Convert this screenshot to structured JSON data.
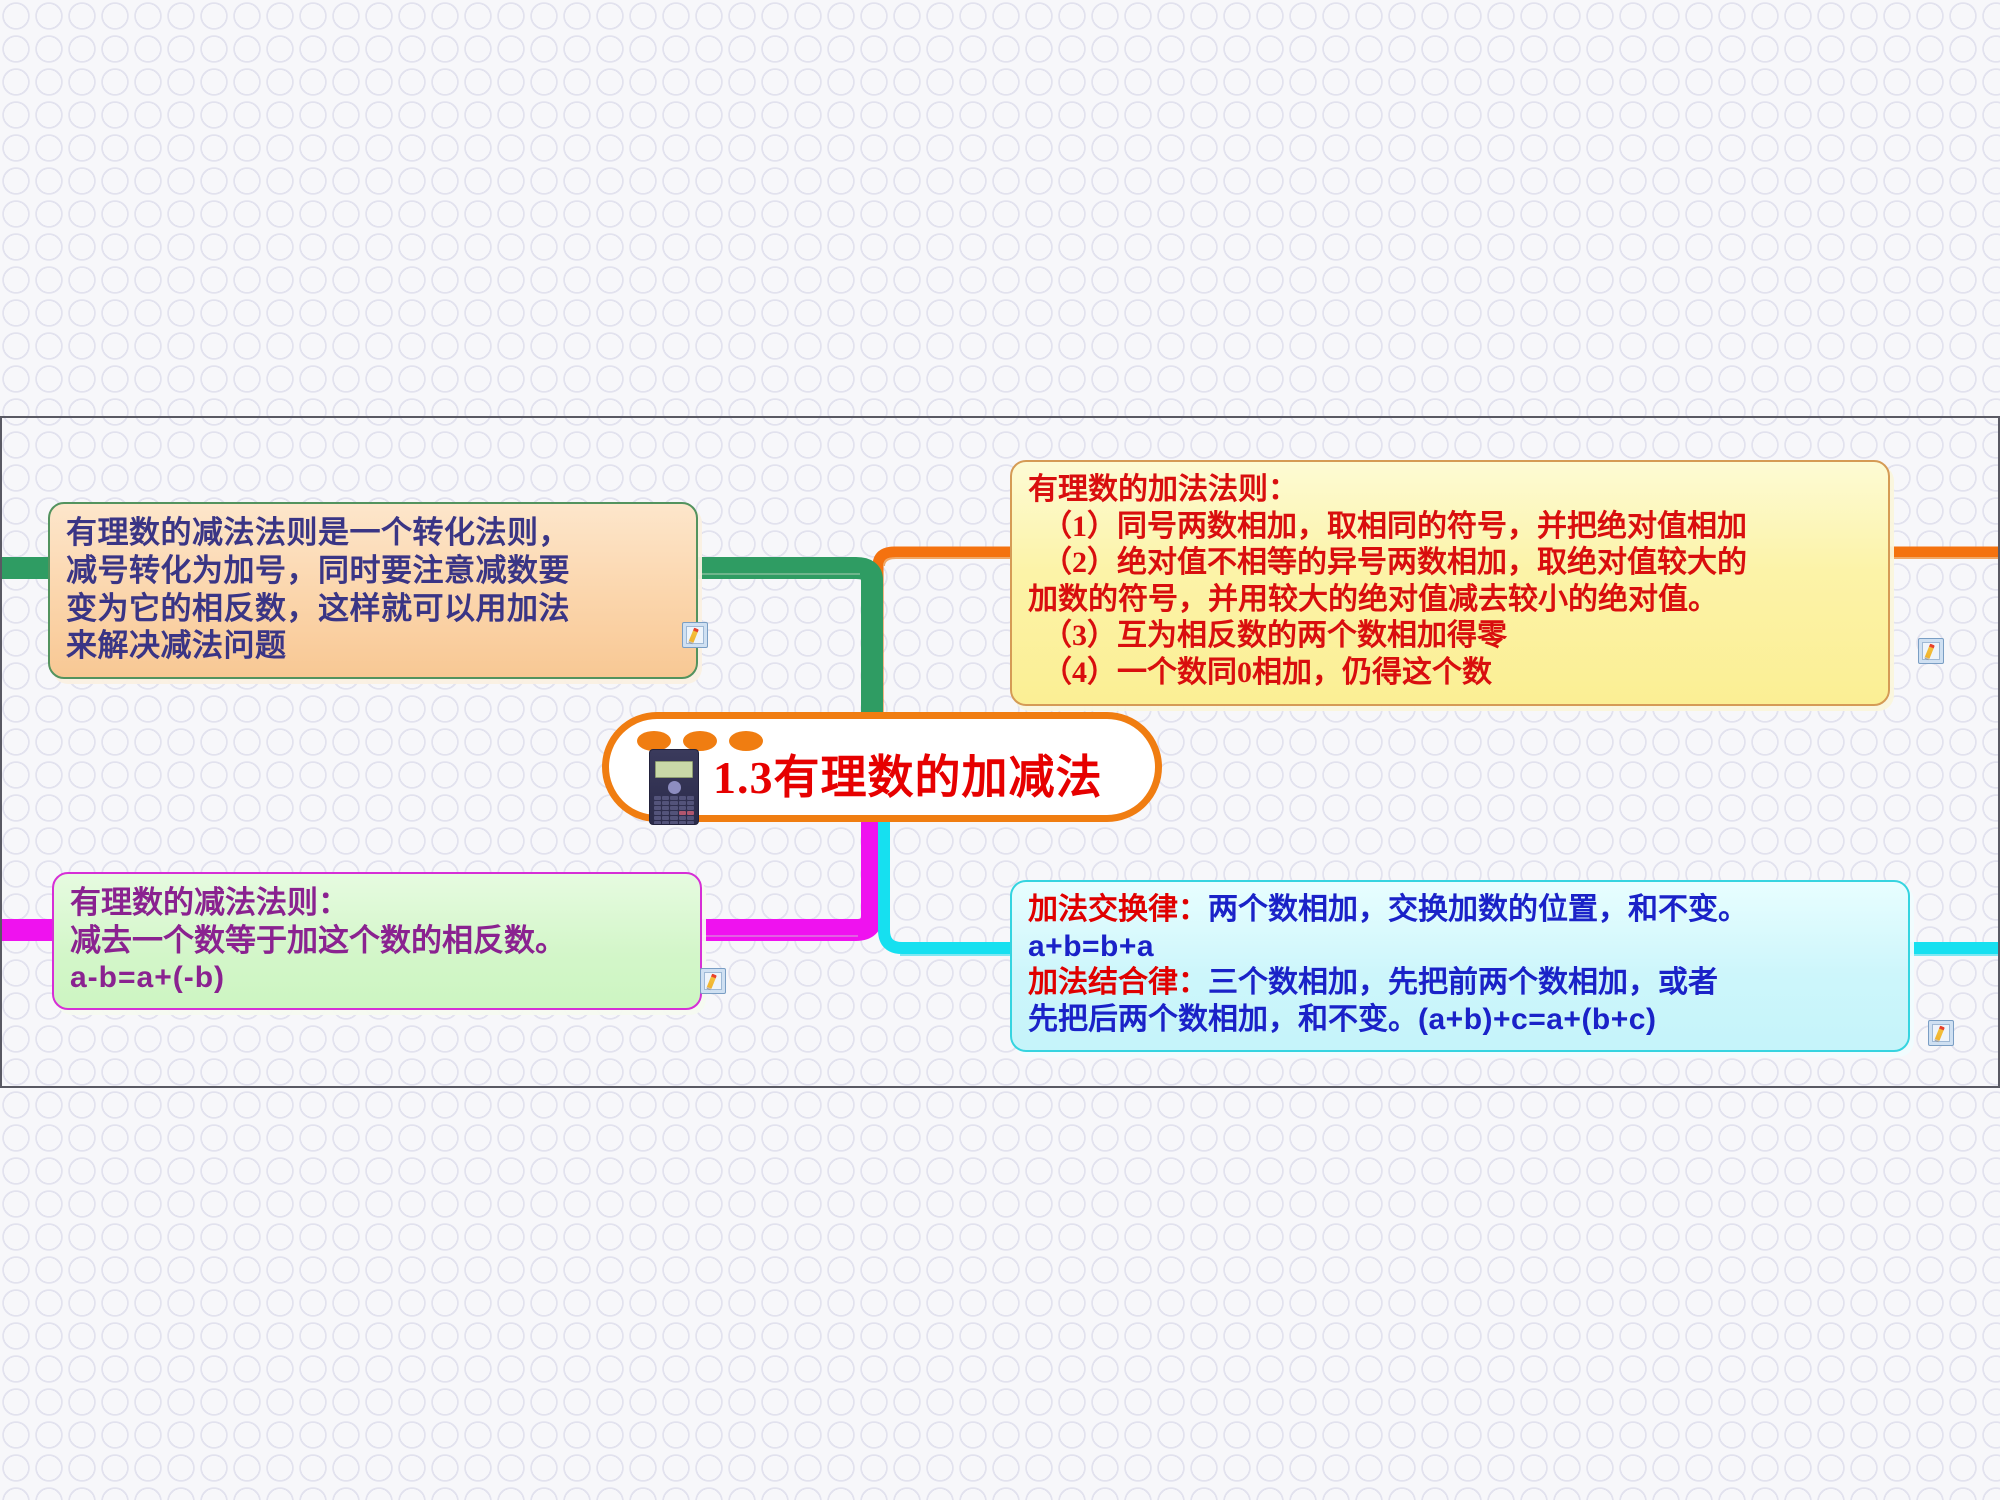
{
  "canvas": {
    "background_pattern": "circle-ring-tile",
    "frame_border_color": "#595963"
  },
  "root": {
    "title": "1.3有理数的加减法",
    "title_color": "#e60000",
    "border_color": "#f07d11",
    "icon": "calculator-icon",
    "dot_count": 3
  },
  "branches": [
    {
      "name": "to-subtraction-transform",
      "color": "#2f9c63",
      "direction": "up-left"
    },
    {
      "name": "to-addition-rules",
      "color": "#f4720f",
      "direction": "up-right"
    },
    {
      "name": "to-subtraction-rule",
      "color": "#ef12ef",
      "direction": "down-left"
    },
    {
      "name": "to-addition-laws",
      "color": "#16e0f0",
      "direction": "down-right"
    }
  ],
  "nodes": {
    "subtraction_transform": {
      "id": "node-sub-transform",
      "text_color": "#3a3585",
      "fill": "#fbd5ab",
      "border_color": "#53935e",
      "lines": [
        "有理数的减法法则是一个转化法则，",
        "减号转化为加号，同时要注意减数要",
        "变为它的相反数，这样就可以用加法",
        "来解决减法问题"
      ]
    },
    "addition_rules": {
      "id": "node-add-rules",
      "text_color": "#d90e0e",
      "fill": "#fbef94",
      "border_color": "#d59b55",
      "heading": "有理数的加法法则：",
      "lines": [
        "（1）同号两数相加，取相同的符号，并把绝对值相加",
        "（2）绝对值不相等的异号两数相加，取绝对值较大的",
        "加数的符号，并用较大的绝对值减去较小的绝对值。",
        "（3）互为相反数的两个数相加得零",
        "（4）一个数同0相加，仍得这个数"
      ]
    },
    "subtraction_rule": {
      "id": "node-sub-rule",
      "text_color": "#8a2290",
      "fill": "#cdf5c2",
      "border_color": "#d62fd6",
      "heading": "有理数的减法法则：",
      "line2": "减去一个数等于加这个数的相反数。",
      "formula": "a-b=a+(-b)"
    },
    "addition_laws": {
      "id": "node-add-laws",
      "text_color": "#1a22c8",
      "heading_color": "#e00000",
      "fill": "#c5f4fa",
      "border_color": "#35d4e0",
      "commutative_label": "加法交换律：",
      "commutative_text": "两个数相加，交换加数的位置，和不变。",
      "commutative_formula": "a+b=b+a",
      "associative_label": "加法结合律：",
      "associative_text_1": "三个数相加，先把前两个数相加，或者",
      "associative_text_2": "先把后两个数相加，和不变。",
      "associative_formula": "(a+b)+c=a+(b+c)"
    }
  },
  "note_icons": [
    {
      "name": "note-icon-1"
    },
    {
      "name": "note-icon-2"
    },
    {
      "name": "note-icon-3"
    },
    {
      "name": "note-icon-4"
    }
  ]
}
